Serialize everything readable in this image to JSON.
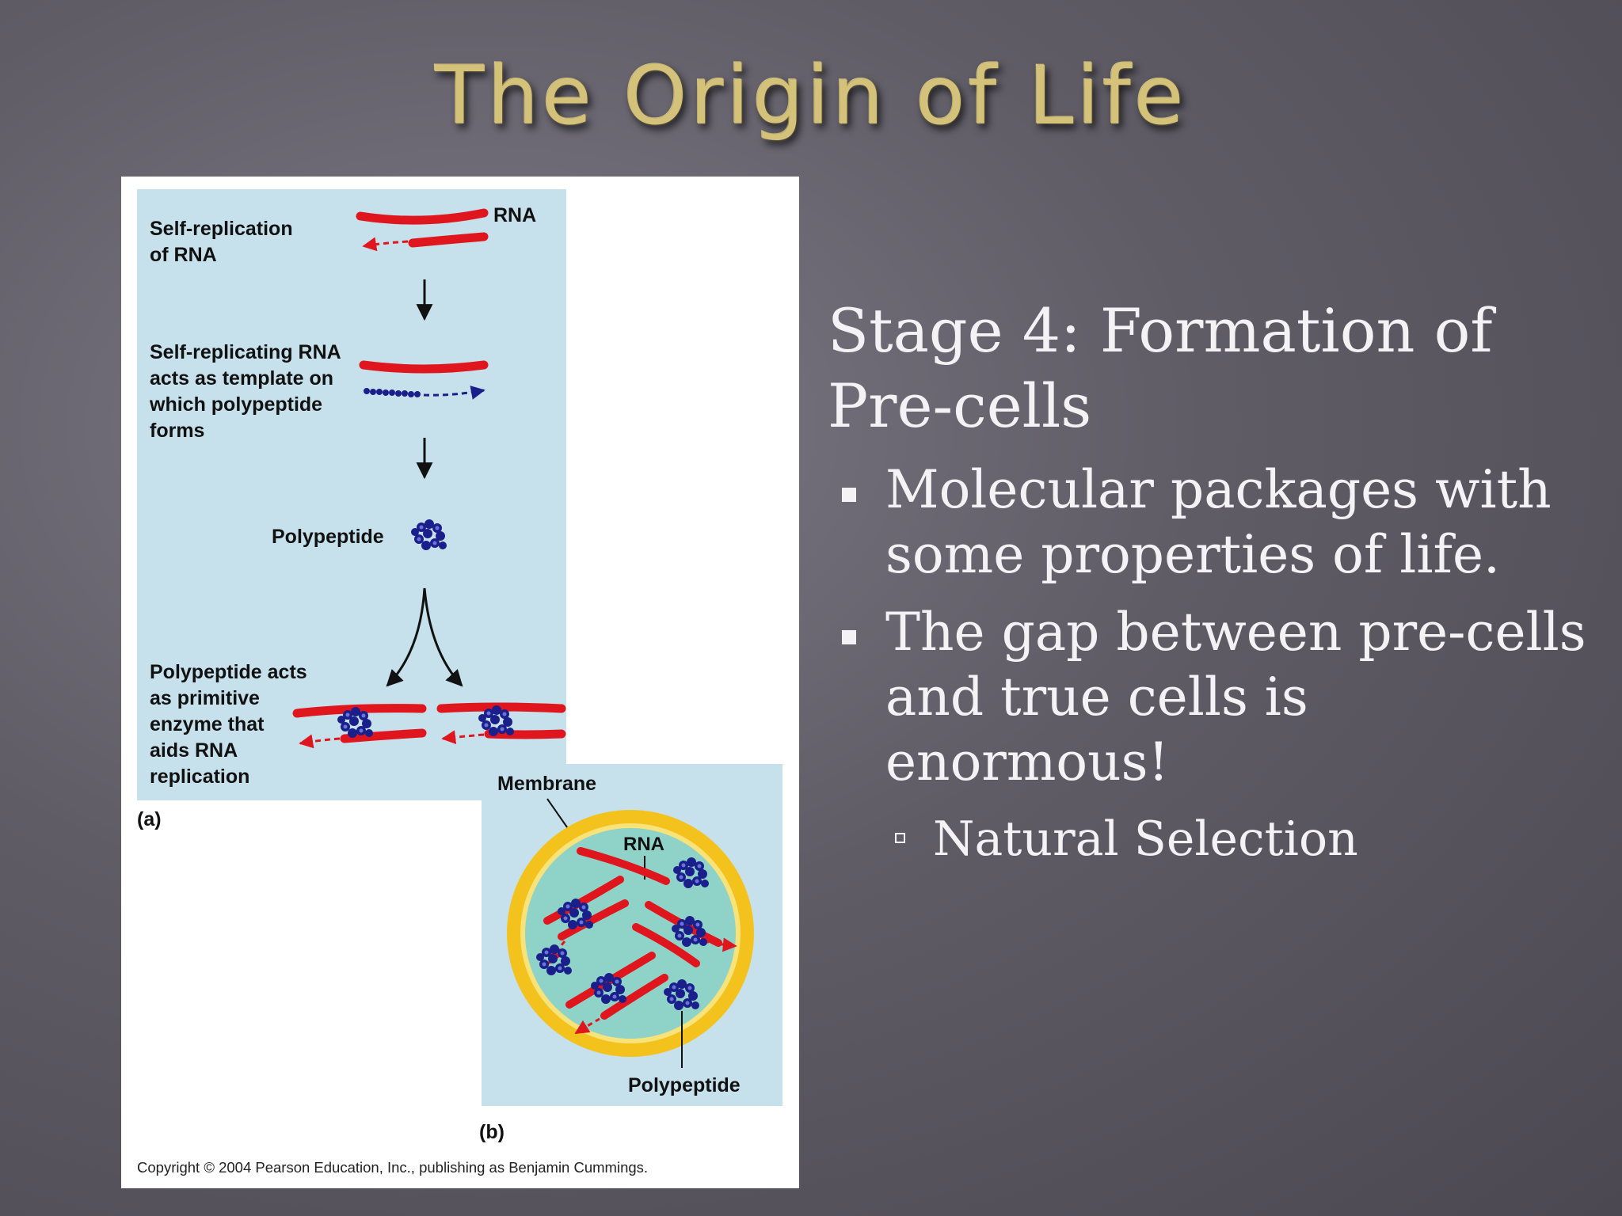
{
  "slide": {
    "title": "The Origin of Life",
    "heading": "Stage 4: Formation of Pre-cells",
    "bullets": [
      "Molecular packages with some properties of life.",
      "The gap between pre-cells and true cells is enormous!"
    ],
    "subbullet": "Natural Selection"
  },
  "figure": {
    "panel_a": {
      "step1_line1": "Self-replication",
      "step1_line2": "of RNA",
      "rna_label": "RNA",
      "step2_lines": [
        "Self-replicating RNA",
        "acts as template on",
        "which polypeptide",
        "forms"
      ],
      "polypeptide_label": "Polypeptide",
      "step3_lines": [
        "Polypeptide acts",
        "as primitive",
        "enzyme that",
        "aids RNA",
        "replication"
      ],
      "caption": "(a)"
    },
    "panel_b": {
      "membrane_label": "Membrane",
      "rna_label": "RNA",
      "polypeptide_label": "Polypeptide",
      "caption": "(b)"
    },
    "copyright": "Copyright © 2004 Pearson Education, Inc., publishing as Benjamin Cummings."
  },
  "colors": {
    "title_gold": "#d4c27a",
    "rna_red": "#e0161e",
    "polypeptide_blue": "#1b1f8c",
    "panel_blue": "#c6e1ec",
    "membrane_yellow": "#f4c21c",
    "cytoplasm_teal": "#8fd3c8"
  }
}
